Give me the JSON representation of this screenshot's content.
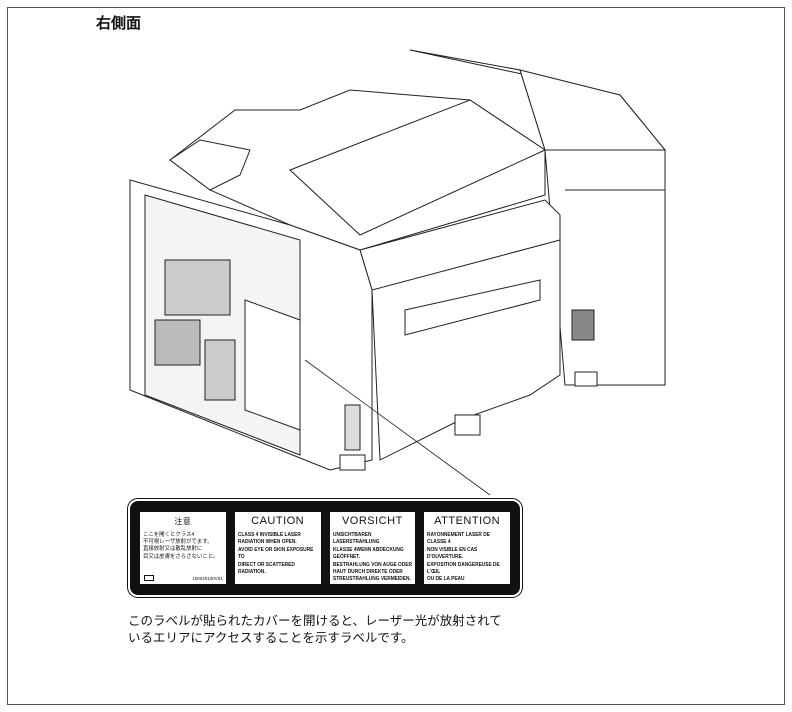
{
  "page": {
    "title": "右側面"
  },
  "label": {
    "panels": [
      {
        "heading": "注意",
        "body": "ここを開くとクラス4\n不可視レーザ放射がでます。\n直接放射又は散乱放射に\n目又は皮膚をさらさないこと。",
        "code": "100040100V01"
      },
      {
        "heading": "CAUTION",
        "body": "CLASS 4 INVISIBLE LASER\nRADIATION WHEN OPEN.\nAVOID EYE OR SKIN EXPOSURE TO\nDIRECT OR SCATTERED RADIATION."
      },
      {
        "heading": "VORSICHT",
        "body": "UNSICHTBAREN LASERSTRAHLUNG\nKLASSE 4WENN ABDECKUNG\nGEÖFFNET.\nBESTRAHLUNG VON AUGE ODER\nHAUT DURCH DIREKTE ODER\nSTREUSTRAHLUNG VERMEIDEN."
      },
      {
        "heading": "ATTENTION",
        "body": "RAYONNEMENT LASER DE CLASSE 4\nNON VISIBLE EN CAS D'OUVERTURE.\nEXPOSITION DANGEREUSE DE L'ŒIL\nOU DE LA PEAU\nAU RAYONNEMENT DIRECT OU DIFFUS."
      }
    ]
  },
  "caption": {
    "line1": "このラベルが貼られたカバーを開けると、レーザー光が放射されて",
    "line2": "いるエリアにアクセスすることを示すラベルです。"
  }
}
